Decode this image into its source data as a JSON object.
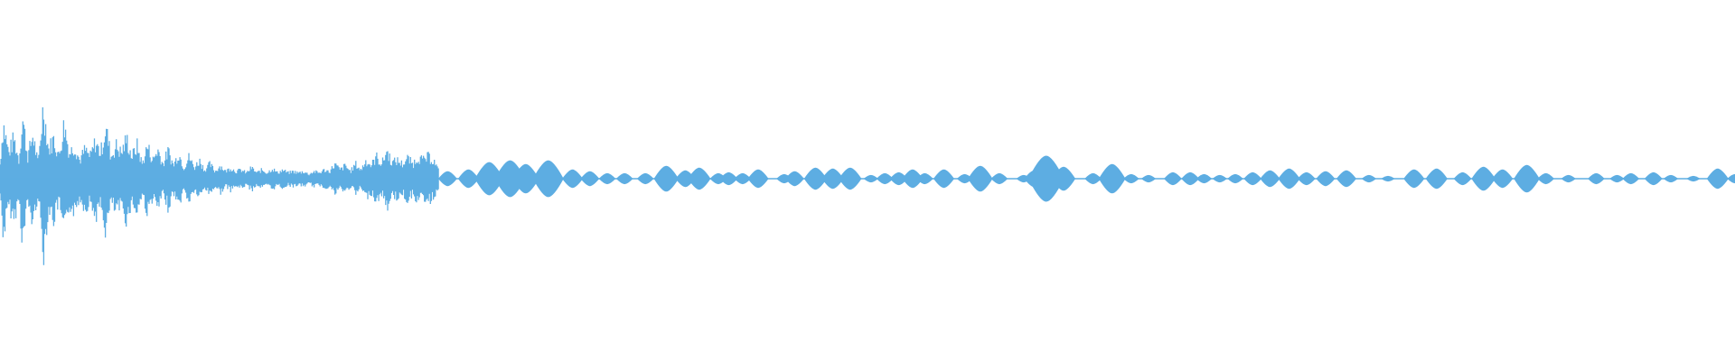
{
  "waveform": {
    "color": "#5dade2",
    "background": "#ffffff",
    "envelope": [
      [
        0.0,
        0.2
      ],
      [
        0.002,
        0.75
      ],
      [
        0.005,
        0.35
      ],
      [
        0.008,
        0.55
      ],
      [
        0.011,
        0.25
      ],
      [
        0.013,
        0.85
      ],
      [
        0.016,
        0.3
      ],
      [
        0.019,
        0.6
      ],
      [
        0.022,
        0.2
      ],
      [
        0.025,
        1.0
      ],
      [
        0.028,
        0.4
      ],
      [
        0.031,
        0.55
      ],
      [
        0.034,
        0.3
      ],
      [
        0.037,
        0.75
      ],
      [
        0.04,
        0.35
      ],
      [
        0.043,
        0.45
      ],
      [
        0.046,
        0.25
      ],
      [
        0.049,
        0.4
      ],
      [
        0.052,
        0.3
      ],
      [
        0.055,
        0.5
      ],
      [
        0.058,
        0.35
      ],
      [
        0.061,
        0.7
      ],
      [
        0.064,
        0.3
      ],
      [
        0.067,
        0.45
      ],
      [
        0.07,
        0.35
      ],
      [
        0.073,
        0.55
      ],
      [
        0.076,
        0.3
      ],
      [
        0.079,
        0.45
      ],
      [
        0.082,
        0.2
      ],
      [
        0.085,
        0.45
      ],
      [
        0.088,
        0.25
      ],
      [
        0.091,
        0.4
      ],
      [
        0.094,
        0.2
      ],
      [
        0.097,
        0.38
      ],
      [
        0.1,
        0.18
      ],
      [
        0.103,
        0.35
      ],
      [
        0.106,
        0.15
      ],
      [
        0.109,
        0.3
      ],
      [
        0.112,
        0.15
      ],
      [
        0.115,
        0.25
      ],
      [
        0.118,
        0.12
      ],
      [
        0.121,
        0.2
      ],
      [
        0.124,
        0.1
      ],
      [
        0.127,
        0.18
      ],
      [
        0.13,
        0.1
      ],
      [
        0.133,
        0.15
      ],
      [
        0.136,
        0.1
      ],
      [
        0.139,
        0.12
      ],
      [
        0.142,
        0.08
      ],
      [
        0.145,
        0.15
      ],
      [
        0.148,
        0.08
      ],
      [
        0.151,
        0.12
      ],
      [
        0.154,
        0.08
      ],
      [
        0.157,
        0.14
      ],
      [
        0.16,
        0.08
      ],
      [
        0.163,
        0.12
      ],
      [
        0.166,
        0.08
      ],
      [
        0.169,
        0.1
      ],
      [
        0.172,
        0.08
      ],
      [
        0.175,
        0.1
      ],
      [
        0.178,
        0.06
      ],
      [
        0.181,
        0.1
      ],
      [
        0.184,
        0.08
      ],
      [
        0.187,
        0.12
      ],
      [
        0.19,
        0.1
      ],
      [
        0.193,
        0.2
      ],
      [
        0.196,
        0.12
      ],
      [
        0.199,
        0.18
      ],
      [
        0.202,
        0.1
      ],
      [
        0.205,
        0.2
      ],
      [
        0.208,
        0.12
      ],
      [
        0.211,
        0.25
      ],
      [
        0.214,
        0.18
      ],
      [
        0.217,
        0.3
      ],
      [
        0.22,
        0.2
      ],
      [
        0.223,
        0.38
      ],
      [
        0.226,
        0.22
      ],
      [
        0.229,
        0.25
      ],
      [
        0.232,
        0.2
      ],
      [
        0.235,
        0.28
      ],
      [
        0.238,
        0.2
      ],
      [
        0.241,
        0.3
      ],
      [
        0.244,
        0.25
      ],
      [
        0.247,
        0.3
      ],
      [
        0.25,
        0.25
      ],
      [
        0.253,
        0.1
      ]
    ],
    "right_blobs": [
      [
        0.258,
        0.08
      ],
      [
        0.27,
        0.1
      ],
      [
        0.282,
        0.18
      ],
      [
        0.294,
        0.2
      ],
      [
        0.303,
        0.16
      ],
      [
        0.316,
        0.2
      ],
      [
        0.33,
        0.1
      ],
      [
        0.34,
        0.08
      ],
      [
        0.35,
        0.06
      ],
      [
        0.36,
        0.06
      ],
      [
        0.372,
        0.06
      ],
      [
        0.384,
        0.14
      ],
      [
        0.395,
        0.09
      ],
      [
        0.403,
        0.12
      ],
      [
        0.414,
        0.06
      ],
      [
        0.42,
        0.07
      ],
      [
        0.428,
        0.06
      ],
      [
        0.437,
        0.1
      ],
      [
        0.452,
        0.05
      ],
      [
        0.458,
        0.08
      ],
      [
        0.47,
        0.12
      ],
      [
        0.48,
        0.11
      ],
      [
        0.49,
        0.12
      ],
      [
        0.502,
        0.04
      ],
      [
        0.51,
        0.06
      ],
      [
        0.518,
        0.07
      ],
      [
        0.526,
        0.1
      ],
      [
        0.533,
        0.06
      ],
      [
        0.544,
        0.1
      ],
      [
        0.556,
        0.05
      ],
      [
        0.565,
        0.14
      ],
      [
        0.576,
        0.06
      ],
      [
        0.59,
        0.04
      ],
      [
        0.596,
        0.09
      ],
      [
        0.603,
        0.25
      ],
      [
        0.613,
        0.13
      ],
      [
        0.63,
        0.06
      ],
      [
        0.641,
        0.16
      ],
      [
        0.652,
        0.05
      ],
      [
        0.662,
        0.04
      ],
      [
        0.676,
        0.07
      ],
      [
        0.686,
        0.07
      ],
      [
        0.694,
        0.05
      ],
      [
        0.703,
        0.04
      ],
      [
        0.712,
        0.05
      ],
      [
        0.722,
        0.07
      ],
      [
        0.732,
        0.09
      ],
      [
        0.743,
        0.11
      ],
      [
        0.753,
        0.07
      ],
      [
        0.764,
        0.08
      ],
      [
        0.776,
        0.09
      ],
      [
        0.789,
        0.04
      ],
      [
        0.8,
        0.03
      ],
      [
        0.815,
        0.1
      ],
      [
        0.828,
        0.11
      ],
      [
        0.843,
        0.07
      ],
      [
        0.855,
        0.13
      ],
      [
        0.866,
        0.1
      ],
      [
        0.88,
        0.15
      ],
      [
        0.891,
        0.06
      ],
      [
        0.904,
        0.04
      ],
      [
        0.92,
        0.06
      ],
      [
        0.932,
        0.04
      ],
      [
        0.94,
        0.06
      ],
      [
        0.953,
        0.07
      ],
      [
        0.963,
        0.04
      ],
      [
        0.976,
        0.03
      ],
      [
        0.99,
        0.11
      ],
      [
        1.0,
        0.05
      ]
    ]
  }
}
